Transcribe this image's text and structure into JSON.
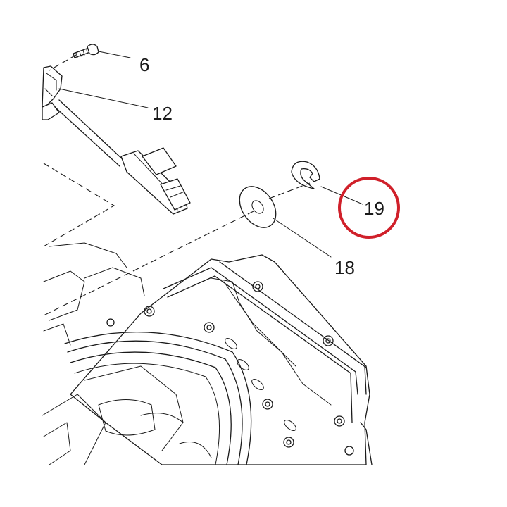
{
  "callouts": [
    {
      "id": "screw",
      "label": "6"
    },
    {
      "id": "sensor",
      "label": "12"
    },
    {
      "id": "washer",
      "label": "18"
    },
    {
      "id": "clip",
      "label": "19"
    }
  ],
  "highlight": {
    "target": "19",
    "color": "#d0202a"
  },
  "colors": {
    "line": "#1a1a1a",
    "background": "#ffffff"
  }
}
